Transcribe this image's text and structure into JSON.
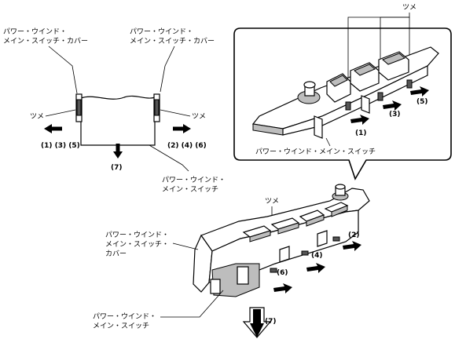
{
  "left_diagram": {
    "cover_label_left_line1": "パワー・ウインド・",
    "cover_label_left_line2": "メイン・スイッチ・カバー",
    "cover_label_right_line1": "パワー・ウインド・",
    "cover_label_right_line2": "メイン・スイッチ・カバー",
    "tab_left": "ツメ",
    "tab_right": "ツメ",
    "steps_left": "(1) (3) (5)",
    "steps_right": "(2) (4) (6)",
    "step_down": "(7)",
    "switch_label_line1": "パワー・ウインド・",
    "switch_label_line2": "メイン・スイッチ"
  },
  "detail_view": {
    "tab_label": "ツメ",
    "step_1": "(1)",
    "step_3": "(3)",
    "step_5": "(5)",
    "caption": "パワー・ウインド・メイン・スイッチ"
  },
  "main_view": {
    "tab_label": "ツメ",
    "step_2": "(2)",
    "step_4": "(4)",
    "step_6": "(6)",
    "step_7": "(7)",
    "cover_label_line1": "パワー・ウインド・",
    "cover_label_line2": "メイン・スイッチ・",
    "cover_label_line3": "カバー",
    "switch_label_line1": "パワー・ウインド・",
    "switch_label_line2": "メイン・スイッチ"
  }
}
